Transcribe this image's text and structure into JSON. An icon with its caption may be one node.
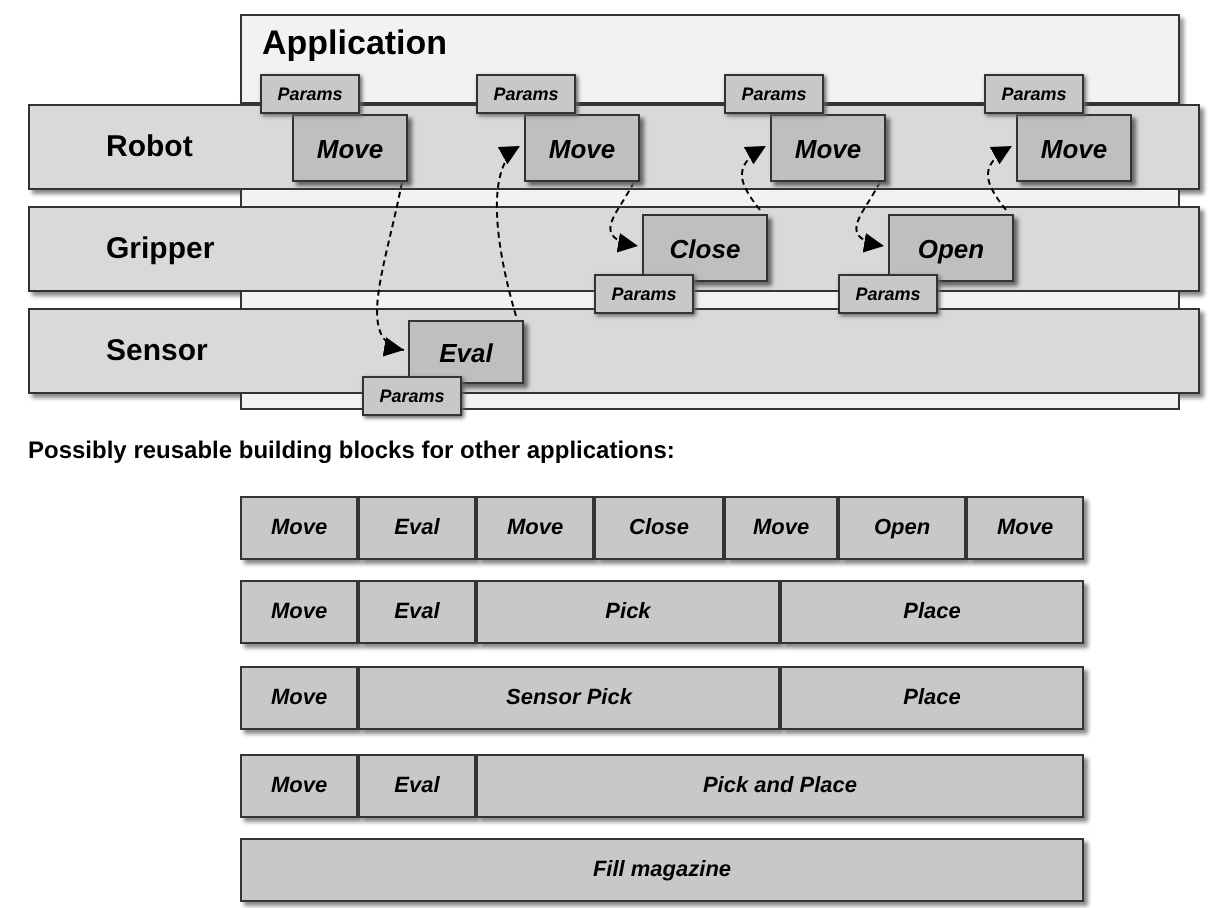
{
  "diagram": {
    "nodes": [
      {
        "text": [
          "Application"
        ]
      },
      {
        "text": [
          "Robot"
        ]
      },
      {
        "text": [
          "Gripper"
        ]
      },
      {
        "text": [
          "Sensor"
        ]
      },
      {
        "text": [
          "Params"
        ]
      },
      {
        "text": [
          "Move"
        ],
        "in": 1
      },
      {
        "text": [
          "Params"
        ]
      },
      {
        "text": [
          "Move"
        ],
        "in": 1
      },
      {
        "text": [
          "Params"
        ]
      },
      {
        "text": [
          "Move"
        ],
        "in": 1
      },
      {
        "text": [
          "Params"
        ]
      },
      {
        "text": [
          "Move"
        ],
        "in": 1
      },
      {
        "text": [
          "Close"
        ],
        "in": 2
      },
      {
        "text": [
          "Params"
        ]
      },
      {
        "text": [
          "Open"
        ],
        "in": 2
      },
      {
        "text": [
          "Params"
        ]
      },
      {
        "text": [
          "Eval"
        ],
        "in": 3
      },
      {
        "text": [
          "Params"
        ]
      },
      {
        "text": [
          "Move"
        ]
      },
      {
        "text": [
          "Eval"
        ]
      },
      {
        "text": [
          "Move"
        ]
      },
      {
        "text": [
          "Close"
        ]
      },
      {
        "text": [
          "Move"
        ]
      },
      {
        "text": [
          "Open"
        ]
      },
      {
        "text": [
          "Move"
        ]
      },
      {
        "text": [
          "Move"
        ]
      },
      {
        "text": [
          "Eval"
        ]
      },
      {
        "text": [
          "Pick"
        ]
      },
      {
        "text": [
          "Place"
        ]
      },
      {
        "text": [
          "Move"
        ]
      },
      {
        "text": [
          "Sensor Pick"
        ]
      },
      {
        "text": [
          "Place"
        ]
      },
      {
        "text": [
          "Move"
        ]
      },
      {
        "text": [
          "Eval"
        ]
      },
      {
        "text": [
          "Pick and Place"
        ]
      },
      {
        "text": [
          "Fill magazine"
        ]
      }
    ],
    "edges": [
      {
        "from": 5,
        "to": 16,
        "arrow": "to",
        "style": "dashed"
      },
      {
        "from": 16,
        "to": 7,
        "arrow": "to",
        "style": "dashed"
      },
      {
        "from": 7,
        "to": 12,
        "arrow": "to",
        "style": "dashed"
      },
      {
        "from": 12,
        "to": 9,
        "arrow": "to",
        "style": "dashed"
      },
      {
        "from": 9,
        "to": 14,
        "arrow": "to",
        "style": "dashed"
      },
      {
        "from": 14,
        "to": 11,
        "arrow": "to",
        "style": "dashed"
      }
    ],
    "labels": [
      "Possibly reusable building blocks for other applications:"
    ]
  }
}
